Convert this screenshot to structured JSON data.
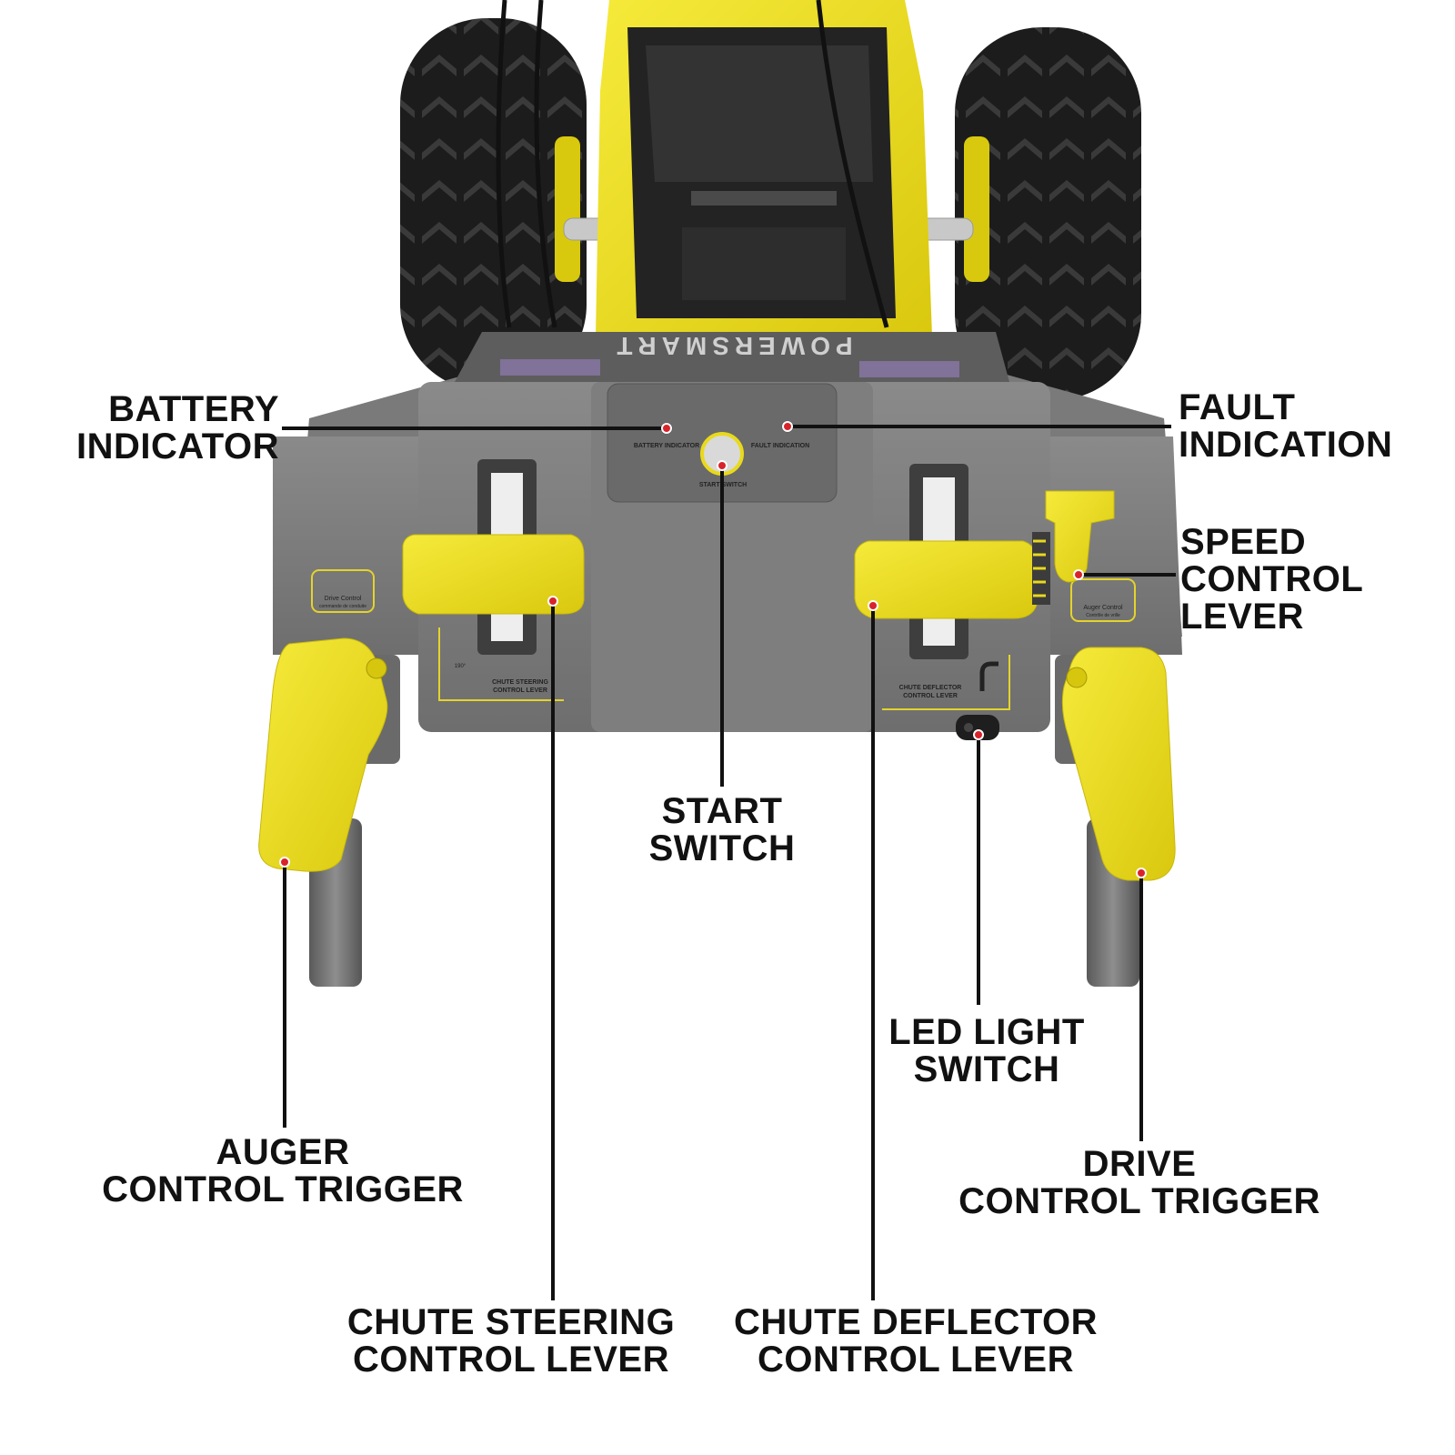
{
  "brand": "POWERSMART",
  "panel": {
    "battery_indicator": "BATTERY INDICATOR",
    "fault_indication": "FAULT INDICATION",
    "start_switch": "START SWITCH",
    "drive_control": "Drive Control",
    "drive_control_fr": "commande de conduite",
    "auger_control": "Auger Control",
    "auger_control_fr": "Contrôle de vrille",
    "chute_steering": "CHUTE STEERING",
    "chute_steering_2": "CONTROL LEVER",
    "chute_deflector": "CHUTE DEFLECTOR",
    "chute_deflector_2": "CONTROL LEVER",
    "rotation": "190°"
  },
  "callouts": {
    "battery": [
      "BATTERY",
      "INDICATOR"
    ],
    "fault": [
      "FAULT",
      "INDICATION"
    ],
    "speed": [
      "SPEED",
      "CONTROL",
      "LEVER"
    ],
    "start": [
      "START",
      "SWITCH"
    ],
    "led": [
      "LED LIGHT",
      "SWITCH"
    ],
    "auger": [
      "AUGER",
      "CONTROL TRIGGER"
    ],
    "drive": [
      "DRIVE",
      "CONTROL TRIGGER"
    ],
    "steering": [
      "CHUTE STEERING",
      "CONTROL LEVER"
    ],
    "deflector": [
      "CHUTE DEFLECTOR",
      "CONTROL LEVER"
    ]
  },
  "colors": {
    "body_gray": "#7d7d7d",
    "yellow": "#f1e216",
    "tire": "#1c1c1c",
    "marker": "#d8232a",
    "line": "#111111"
  }
}
